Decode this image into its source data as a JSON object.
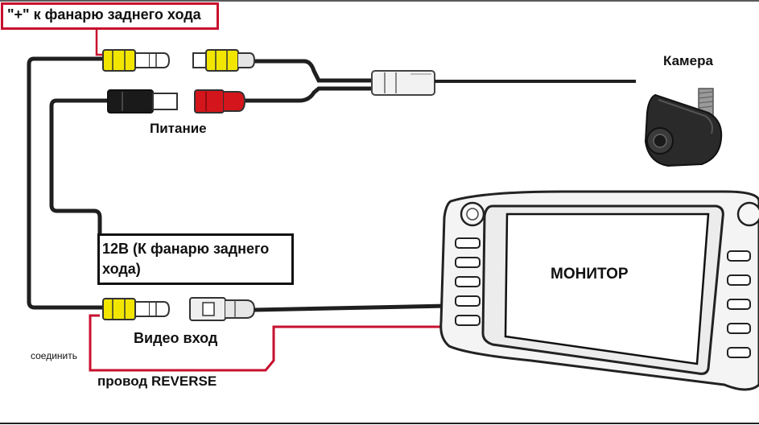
{
  "labels": {
    "plus_to_reverse_light": "\"+\" к фанарю заднего хода",
    "power": "Питание",
    "camera": "Камера",
    "twelve_volt_line1": "12В (К фанарю заднего",
    "twelve_volt_line2": "хода)",
    "monitor": "МОНИТОР",
    "video_in": "Видео вход",
    "connect": "соединить",
    "reverse_wire": "провод REVERSE"
  },
  "colors": {
    "accent_red": "#c8102e",
    "connector_yellow": "#f2e600",
    "connector_red": "#d4151b",
    "connector_black": "#1a1a1a",
    "wire": "#1f1f1f"
  }
}
